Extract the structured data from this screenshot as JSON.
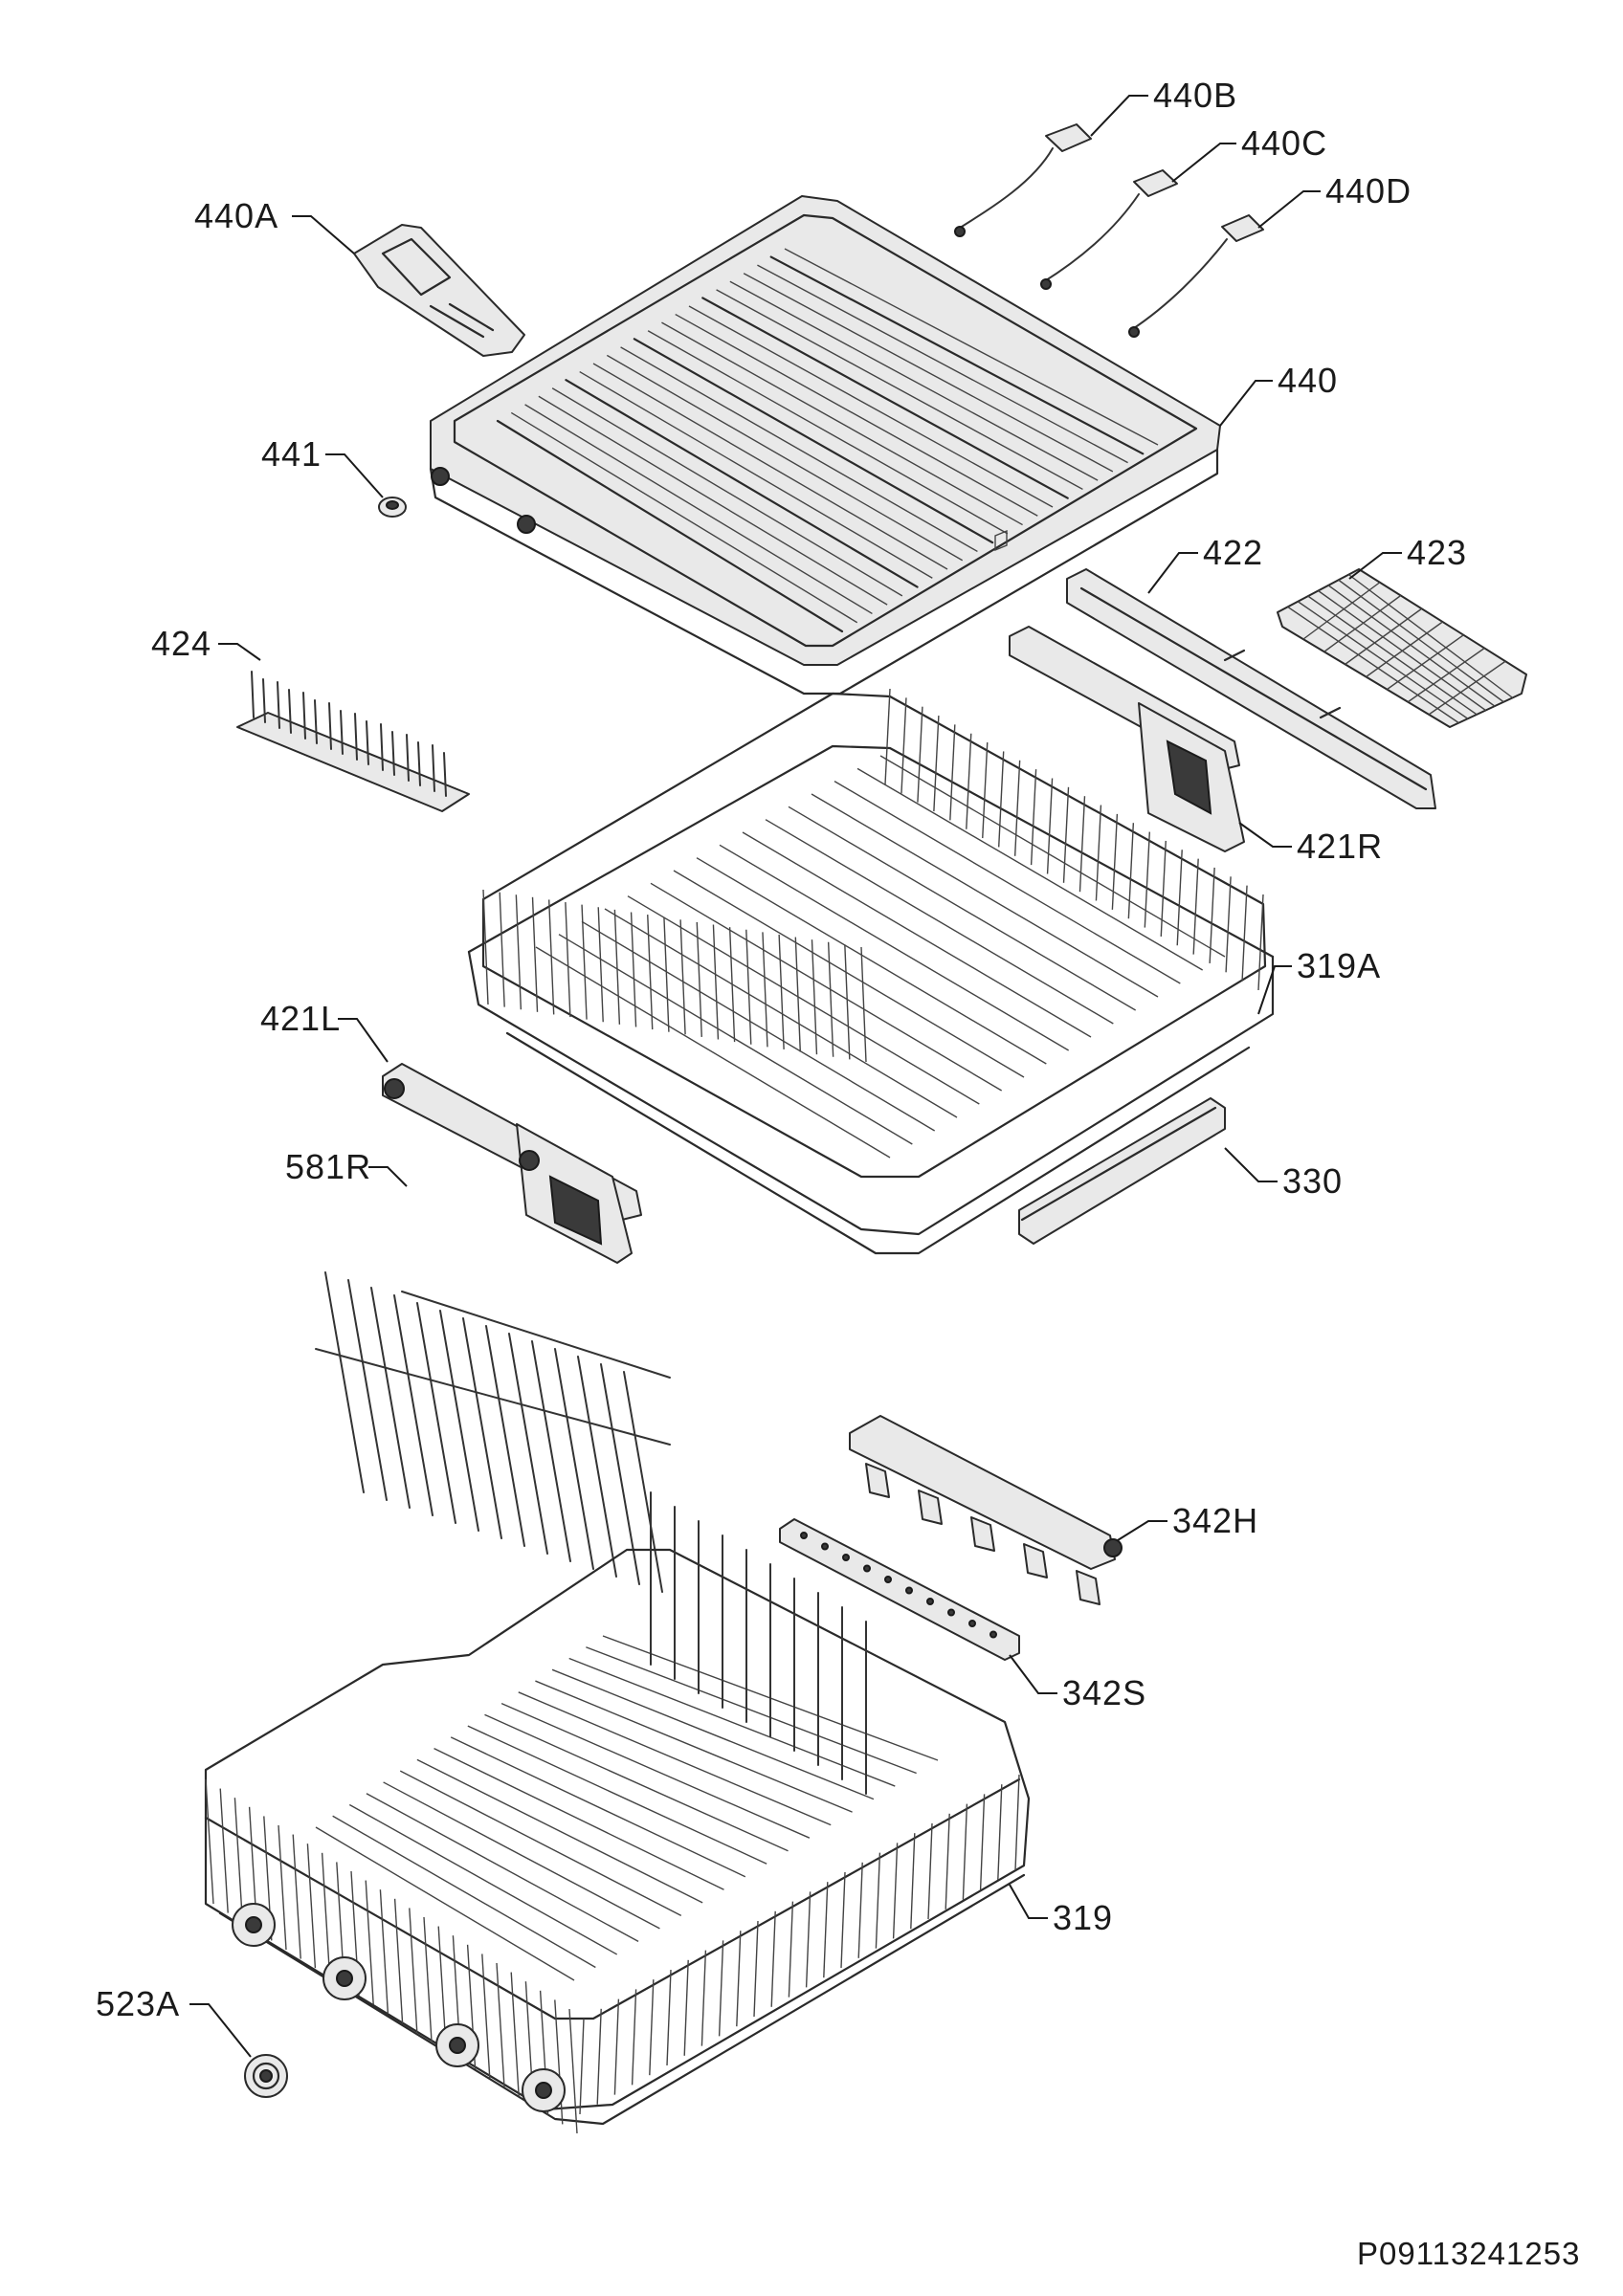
{
  "labels": {
    "440B": "440B",
    "440C": "440C",
    "440D": "440D",
    "440A": "440A",
    "440": "440",
    "441": "441",
    "422": "422",
    "423": "423",
    "424": "424",
    "421R": "421R",
    "319A": "319A",
    "421L": "421L",
    "581R": "581R",
    "330": "330",
    "342H": "342H",
    "342S": "342S",
    "319": "319",
    "523A": "523A"
  },
  "drawing_code": "P09113241253"
}
